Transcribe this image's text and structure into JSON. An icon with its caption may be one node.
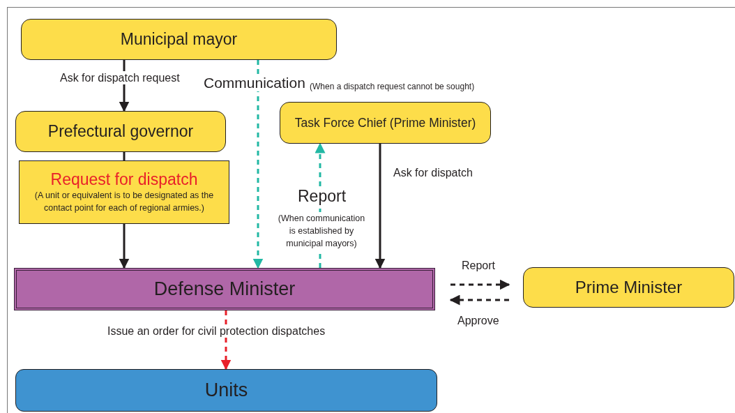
{
  "diagram": {
    "nodes": [
      {
        "text": [
          "Municipal mayor"
        ]
      },
      {
        "text": [
          "Prefectural governor"
        ]
      },
      {
        "text": [
          "Request for dispatch",
          "(A unit or equivalent is to be designated as the contact point for each of regional armies.)"
        ]
      },
      {
        "text": [
          "Task Force Chief (Prime Minister)"
        ]
      },
      {
        "text": [
          "Defense Minister"
        ]
      },
      {
        "text": [
          "Prime Minister"
        ]
      },
      {
        "text": [
          "Units"
        ]
      }
    ],
    "edges": [
      {
        "from": 0,
        "to": 1,
        "arrow": "to",
        "label": "Ask for dispatch request"
      },
      {
        "from": 1,
        "to": 2,
        "arrow": "none"
      },
      {
        "from": 2,
        "to": 4,
        "arrow": "to"
      },
      {
        "from": 0,
        "to": 4,
        "arrow": "to",
        "label": "Communication",
        "style": "dashed",
        "color": "#22b8a4"
      },
      {
        "from": 4,
        "to": 3,
        "arrow": "to",
        "label": "Report",
        "style": "dashed",
        "color": "#22b8a4"
      },
      {
        "from": 3,
        "to": 4,
        "arrow": "to",
        "label": "Ask for dispatch"
      },
      {
        "from": 4,
        "to": 5,
        "arrow": "to",
        "label": "Report",
        "style": "dashed"
      },
      {
        "from": 5,
        "to": 4,
        "arrow": "to",
        "label": "Approve",
        "style": "dashed"
      },
      {
        "from": 4,
        "to": 6,
        "arrow": "to",
        "label": "Issue an order for civil protection dispatches",
        "style": "dashed",
        "color": "#e8202a"
      }
    ],
    "labels": [
      "(When a dispatch request cannot be sought)",
      "(When communication is established by municipal mayors)"
    ]
  }
}
